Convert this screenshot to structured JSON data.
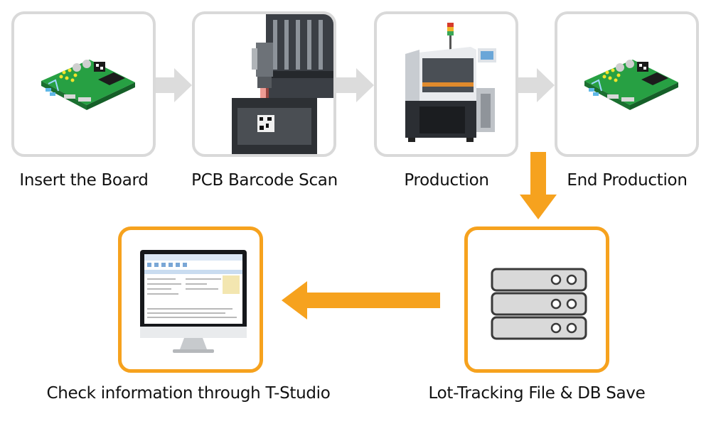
{
  "steps": [
    {
      "label": "Insert the Board",
      "image": "pcb-board"
    },
    {
      "label": "PCB Barcode Scan",
      "image": "barcode-scanner"
    },
    {
      "label": "Production",
      "image": "smt-mounter-machine"
    },
    {
      "label": "End Production",
      "image": "pcb-board"
    }
  ],
  "outputs": [
    {
      "label": "Lot-Tracking File & DB Save",
      "icon": "server-icon"
    },
    {
      "label": "Check information through T-Studio",
      "icon": "monitor-icon"
    }
  ],
  "colors": {
    "step_border": "#d9d9d9",
    "flow_arrow": "#dcdcdc",
    "accent": "#f6a21e"
  }
}
